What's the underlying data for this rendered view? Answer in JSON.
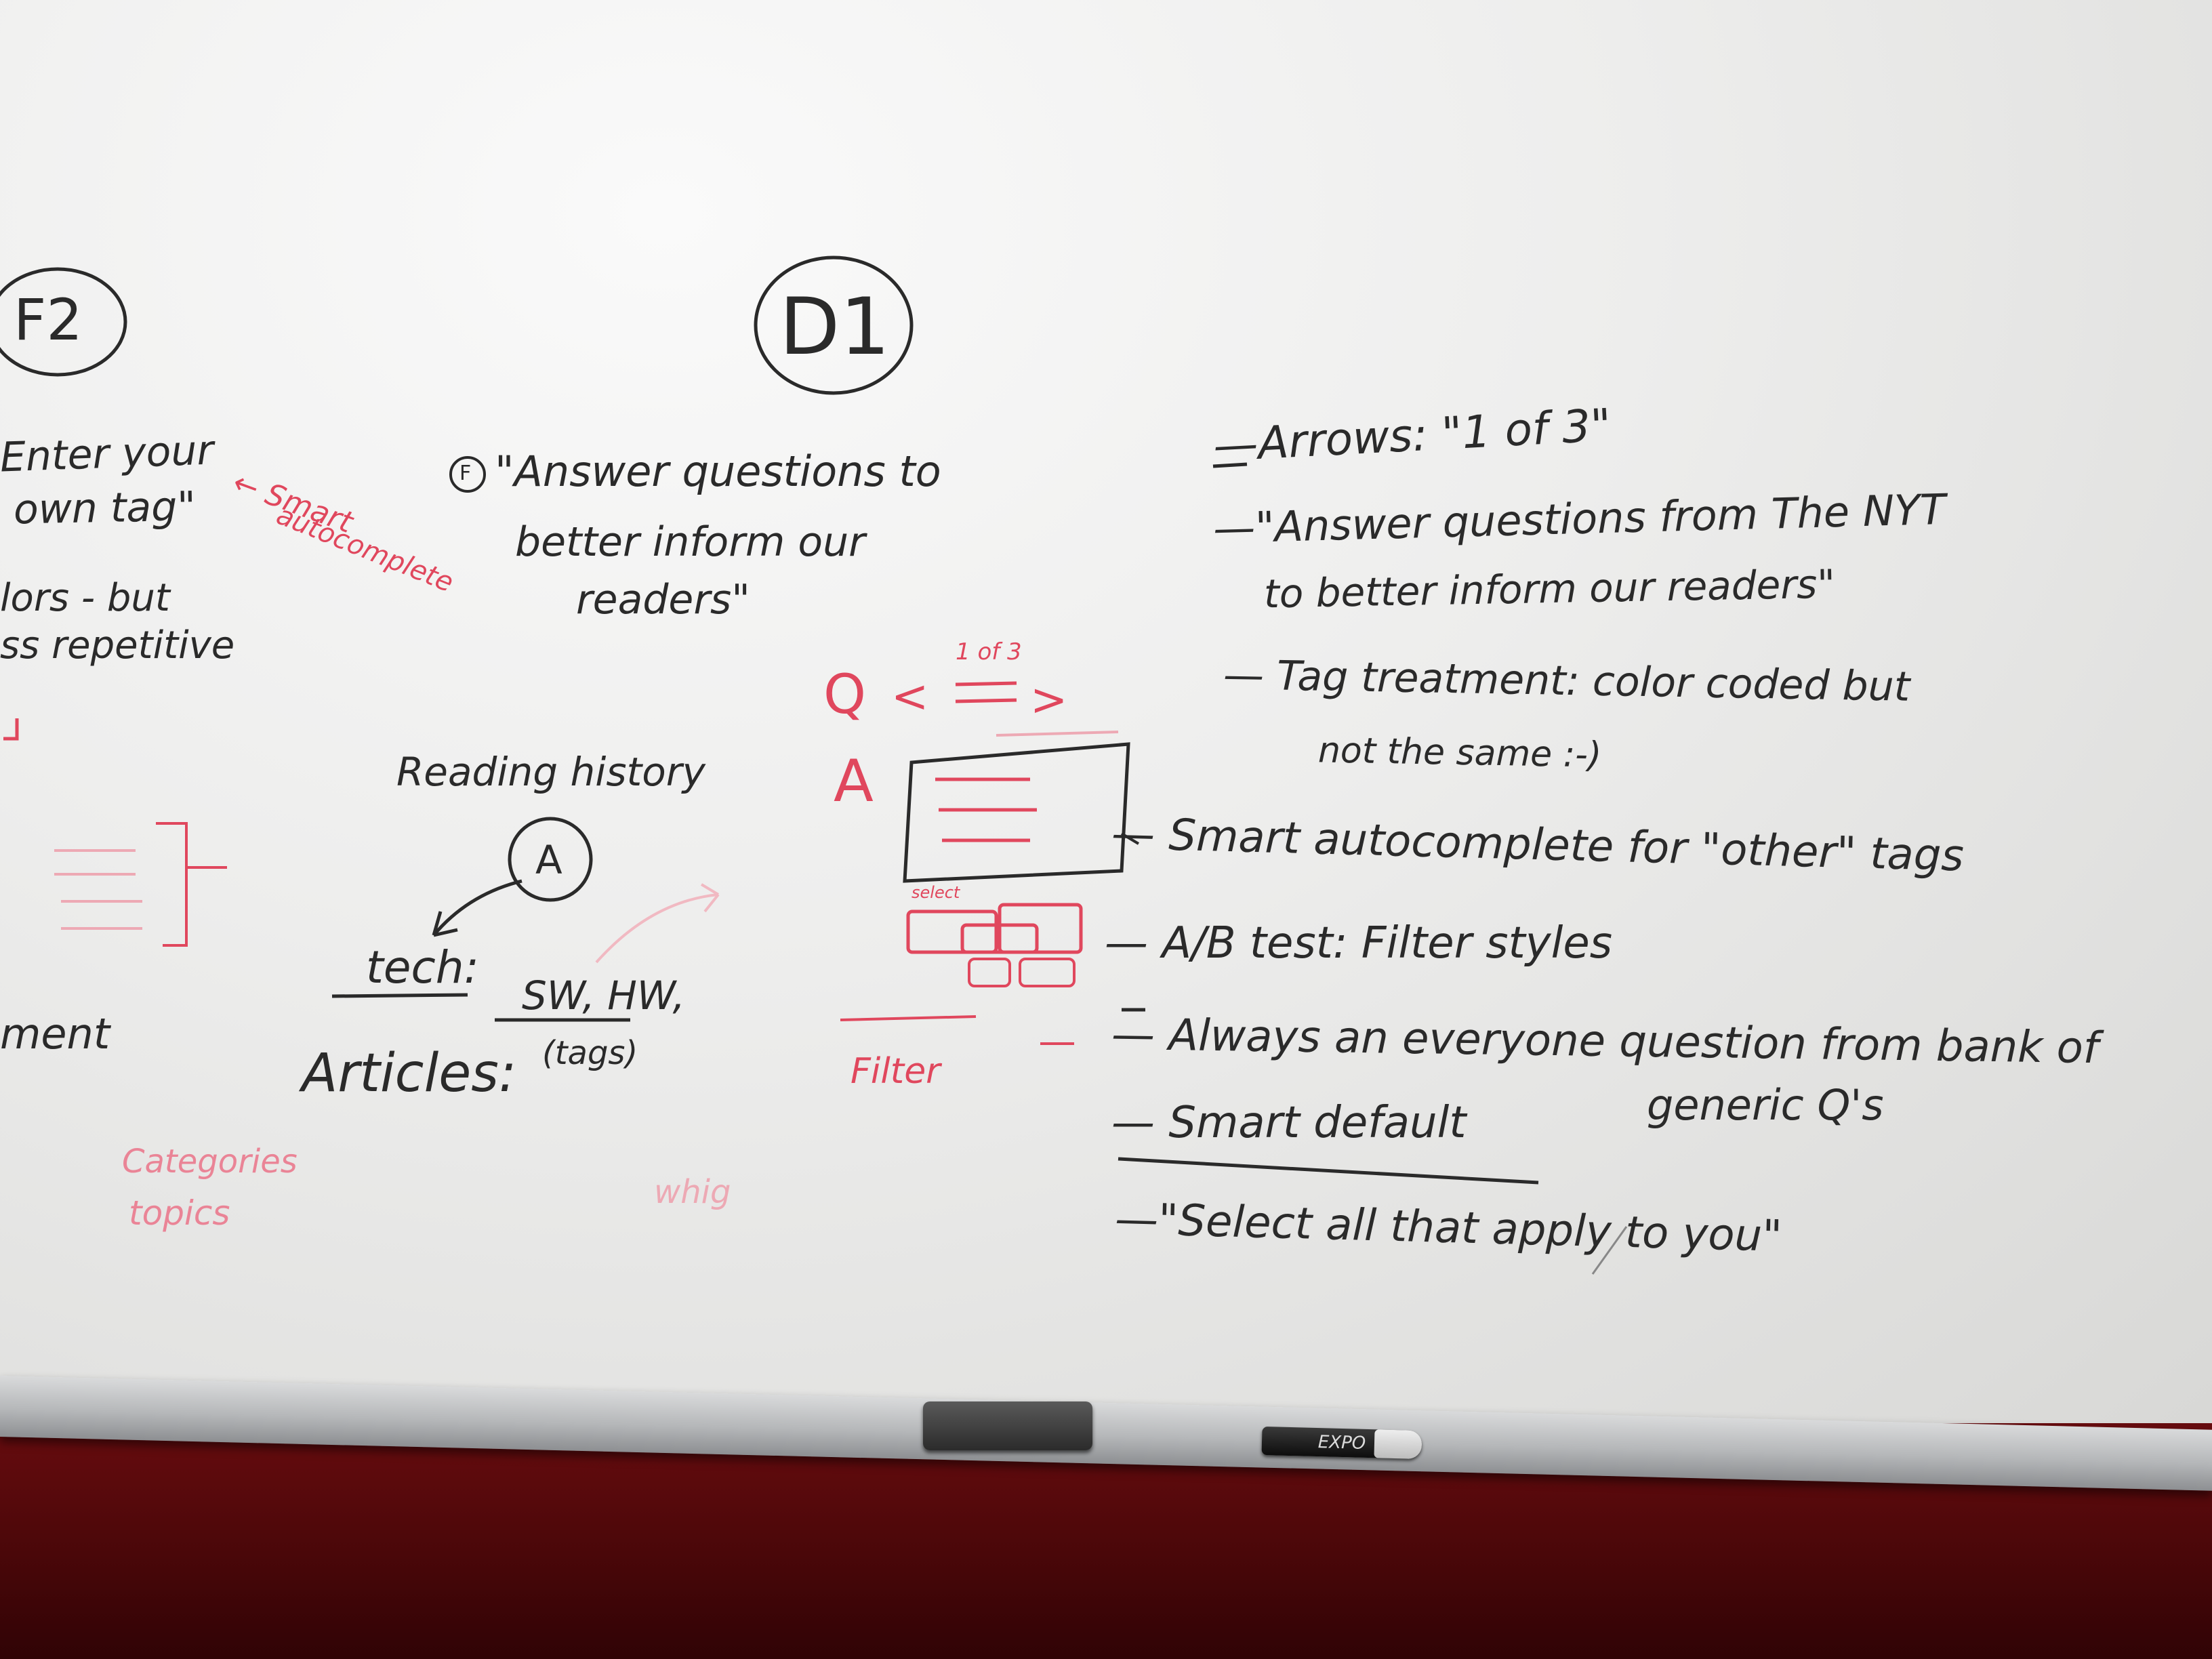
{
  "board": {
    "left_section": {
      "label": "F2",
      "lines": [
        "Enter your",
        "own tag\"",
        "lors - but",
        "ss repetitive",
        "ment"
      ],
      "annotation": [
        "← Smart",
        "autocomplete"
      ]
    },
    "middle_section": {
      "label": "D1",
      "quote_marker": "F",
      "quote_lines": [
        "\"Answer questions to",
        "better inform our",
        "readers\""
      ],
      "reading_history": "Reading history",
      "node_label": "A",
      "tech": "tech:",
      "tags_line": "SW, HW,",
      "tags_note": "(tags)",
      "articles": "Articles:",
      "categories": "Categories",
      "topics": "topics",
      "whig": "whig"
    },
    "sketch": {
      "counter": "1 of 3",
      "q_label": "Q",
      "prev_arrow": "<",
      "next_arrow": ">",
      "a_label": "A",
      "select_label": "select",
      "filter_label": "Filter"
    },
    "notes": [
      "—Arrows: \"1 of 3\"",
      "—\"Answer questions from The NYT",
      "to better inform our readers\"",
      "— Tag treatment: color coded but",
      "not the same :-)",
      "— Smart autocomplete for \"other\" tags",
      "— A/B test: Filter styles",
      "— Always an everyone question from bank of",
      "generic Q's",
      "— Smart default",
      "—\"Select all that apply to you\""
    ]
  },
  "tray": {
    "marker_brand": "EXPO"
  },
  "colors": {
    "black_ink": "#2a2a2a",
    "red_ink": "#e0475d",
    "wall": "#5a0b0c",
    "board": "#ededec"
  }
}
